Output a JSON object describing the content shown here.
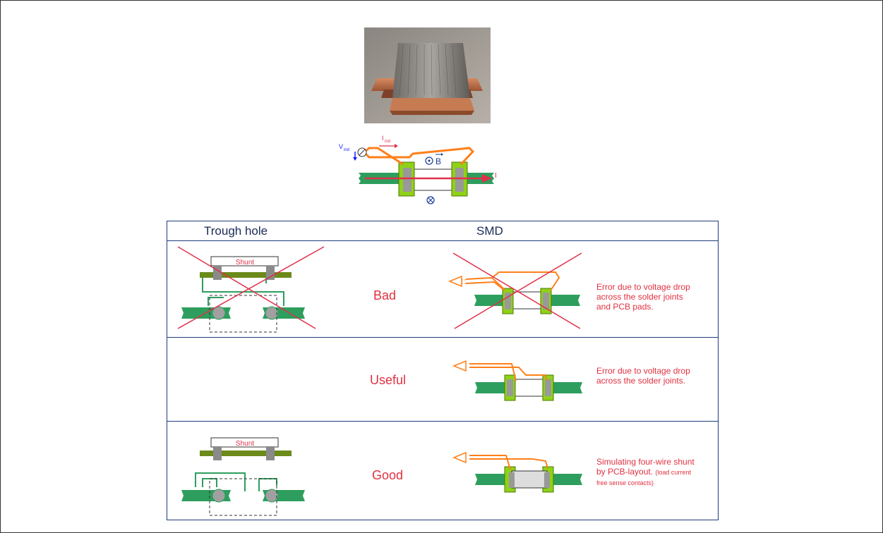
{
  "top": {
    "v_label": "V",
    "v_sub": "ind",
    "i_label": "I",
    "i_sub": "ind",
    "b_label": "B",
    "current_label": "I"
  },
  "table": {
    "col_through_hole": "Trough hole",
    "col_smd": "SMD",
    "rows": [
      {
        "verdict": "Bad",
        "note": "Error due to voltage drop across the solder joints and PCB pads.",
        "shunt_label": "Shunt"
      },
      {
        "verdict": "Useful",
        "note": "Error due to voltage drop across the solder joints."
      },
      {
        "verdict": "Good",
        "note": "Simulating four-wire shunt by PCB-layout.",
        "note_small": "(load current free sense contacts)",
        "shunt_label": "Shunt"
      }
    ]
  },
  "colors": {
    "pcb": "#2e9e5e",
    "copper": "#ff7f1a",
    "pad": "#8fd118",
    "cross": "#e0304a",
    "border": "#1f3c7a"
  }
}
